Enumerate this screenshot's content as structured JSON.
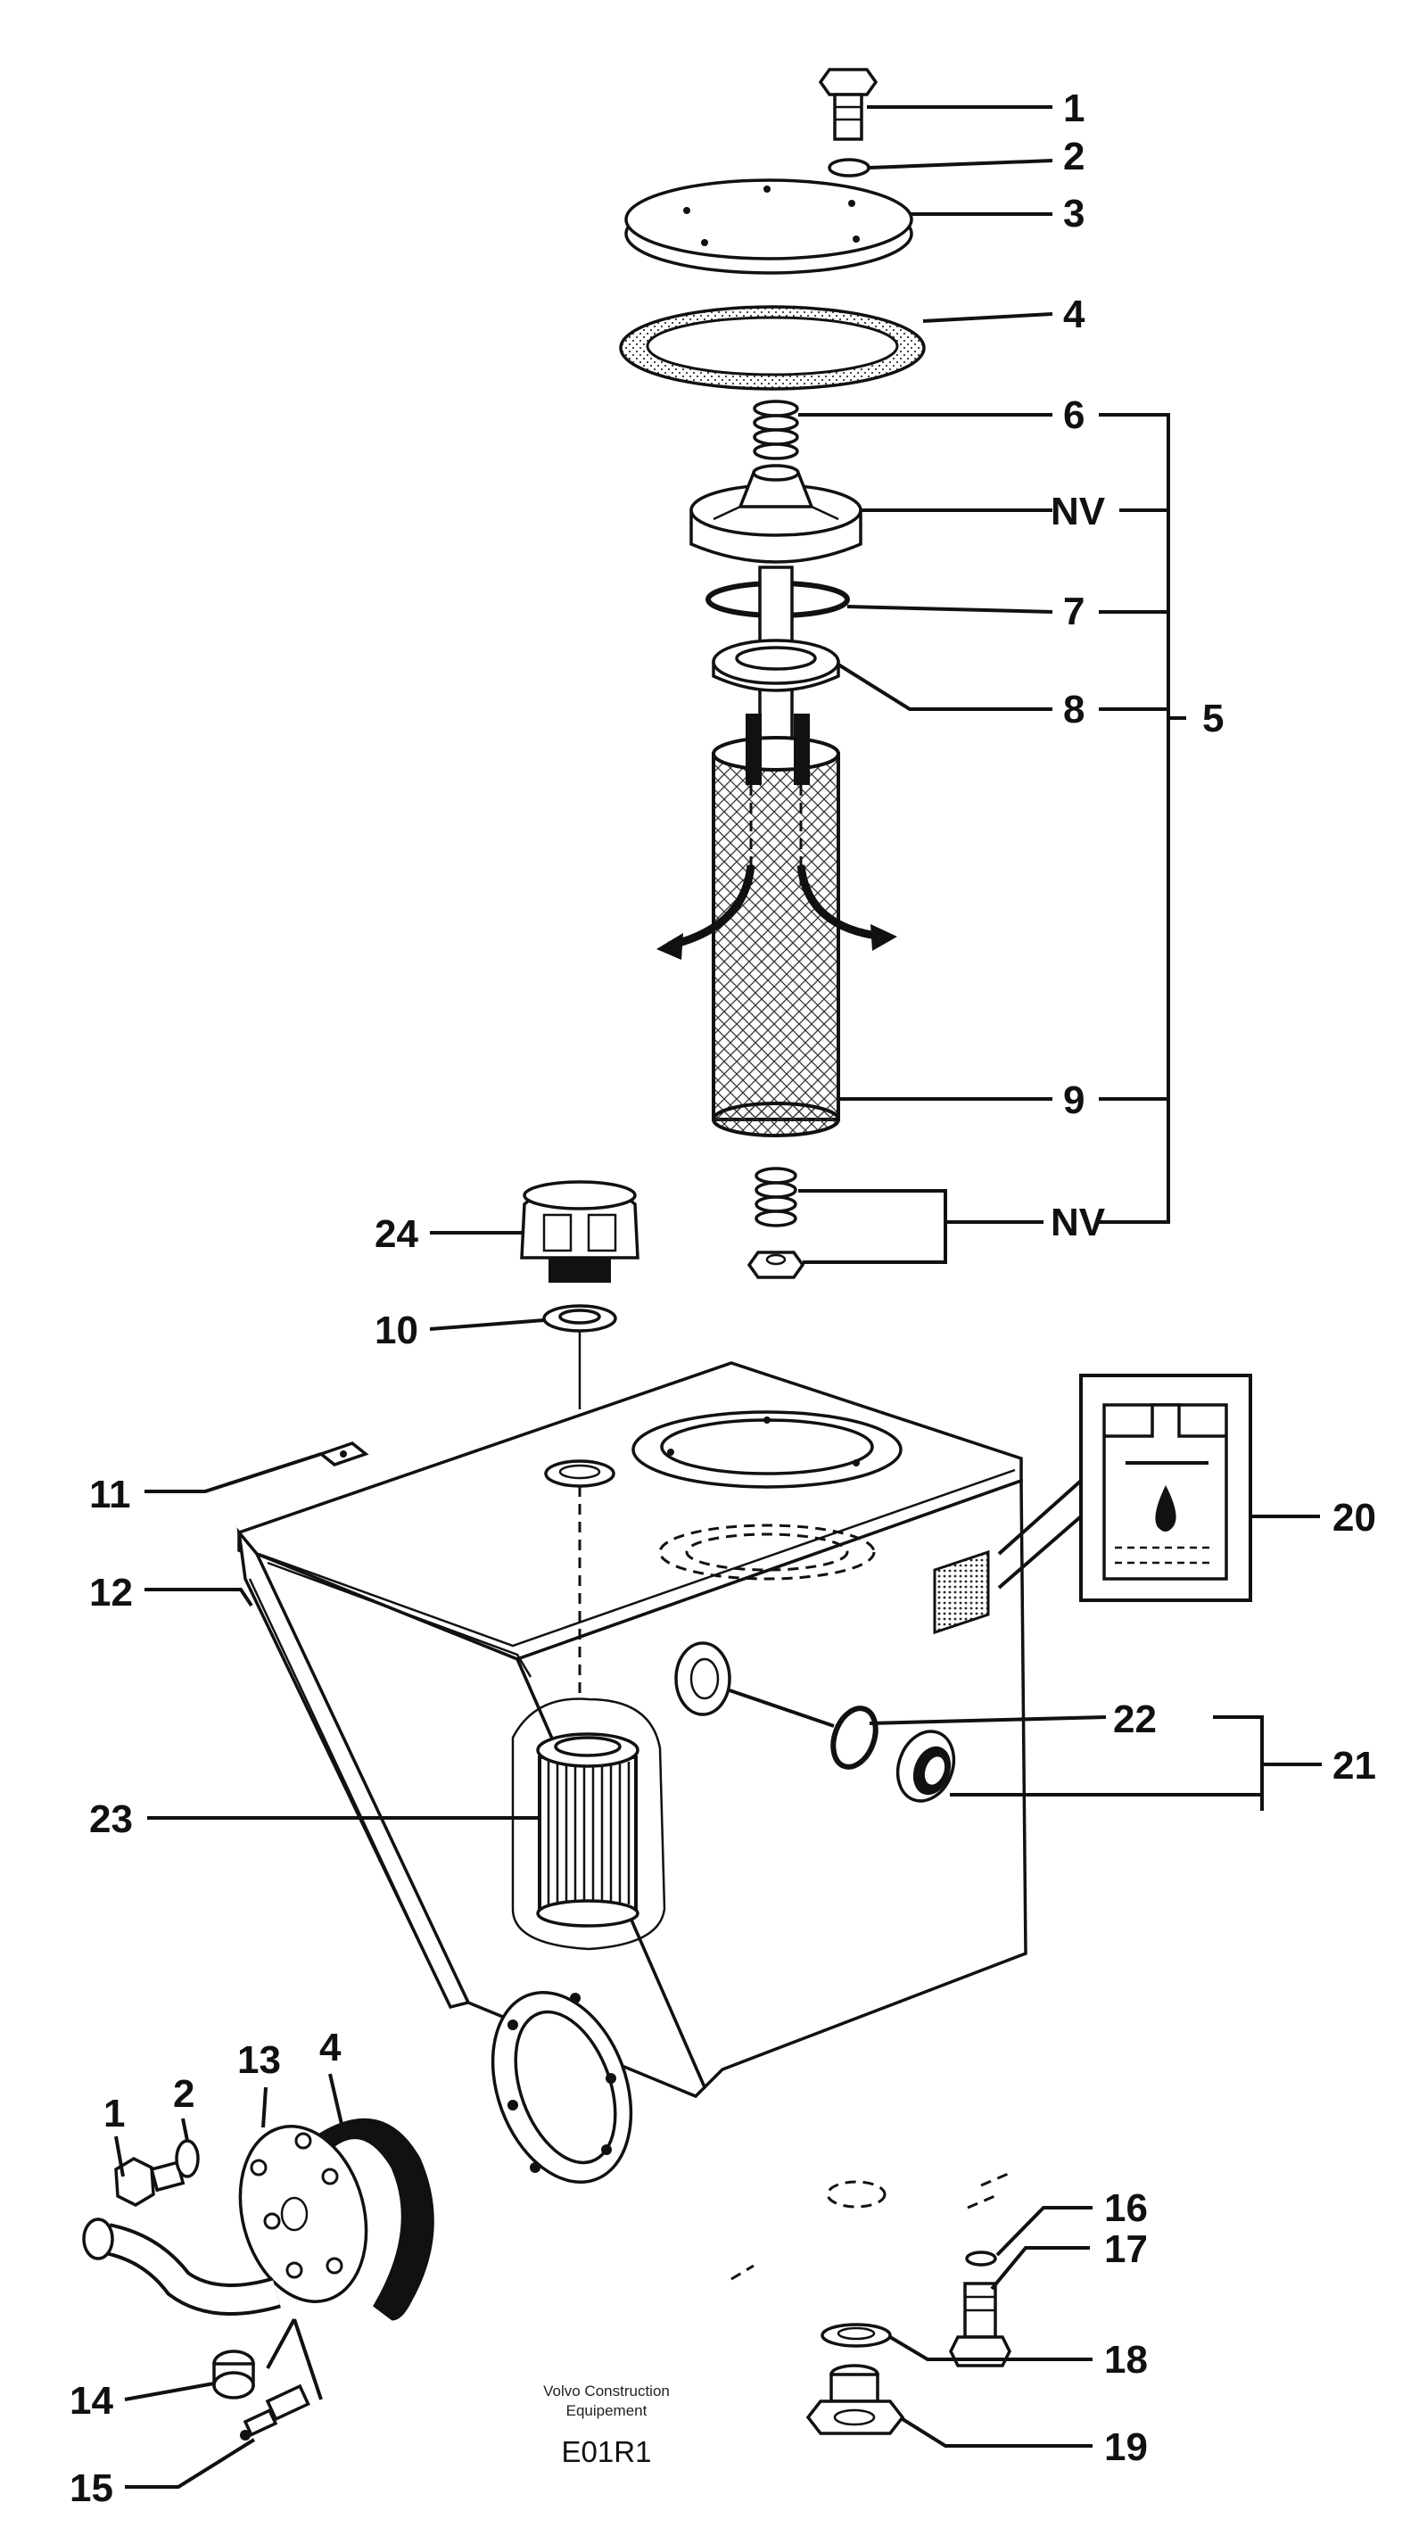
{
  "diagram": {
    "callouts": {
      "c1_top": "1",
      "c2_top": "2",
      "c3": "3",
      "c4_top": "4",
      "c6": "6",
      "nv_top": "NV",
      "c7": "7",
      "c8": "8",
      "c5": "5",
      "c9": "9",
      "nv_bottom": "NV",
      "c24": "24",
      "c10": "10",
      "c11": "11",
      "c20": "20",
      "c12": "12",
      "c22": "22",
      "c21": "21",
      "c23": "23",
      "c13": "13",
      "c4_bottom": "4",
      "c2_bottom": "2",
      "c1_bottom": "1",
      "c16": "16",
      "c17": "17",
      "c18": "18",
      "c14": "14",
      "c19": "19",
      "c15": "15"
    },
    "footer": {
      "maker_line1": "Volvo Construction",
      "maker_line2": "Equipement",
      "code": "E01R1"
    }
  }
}
